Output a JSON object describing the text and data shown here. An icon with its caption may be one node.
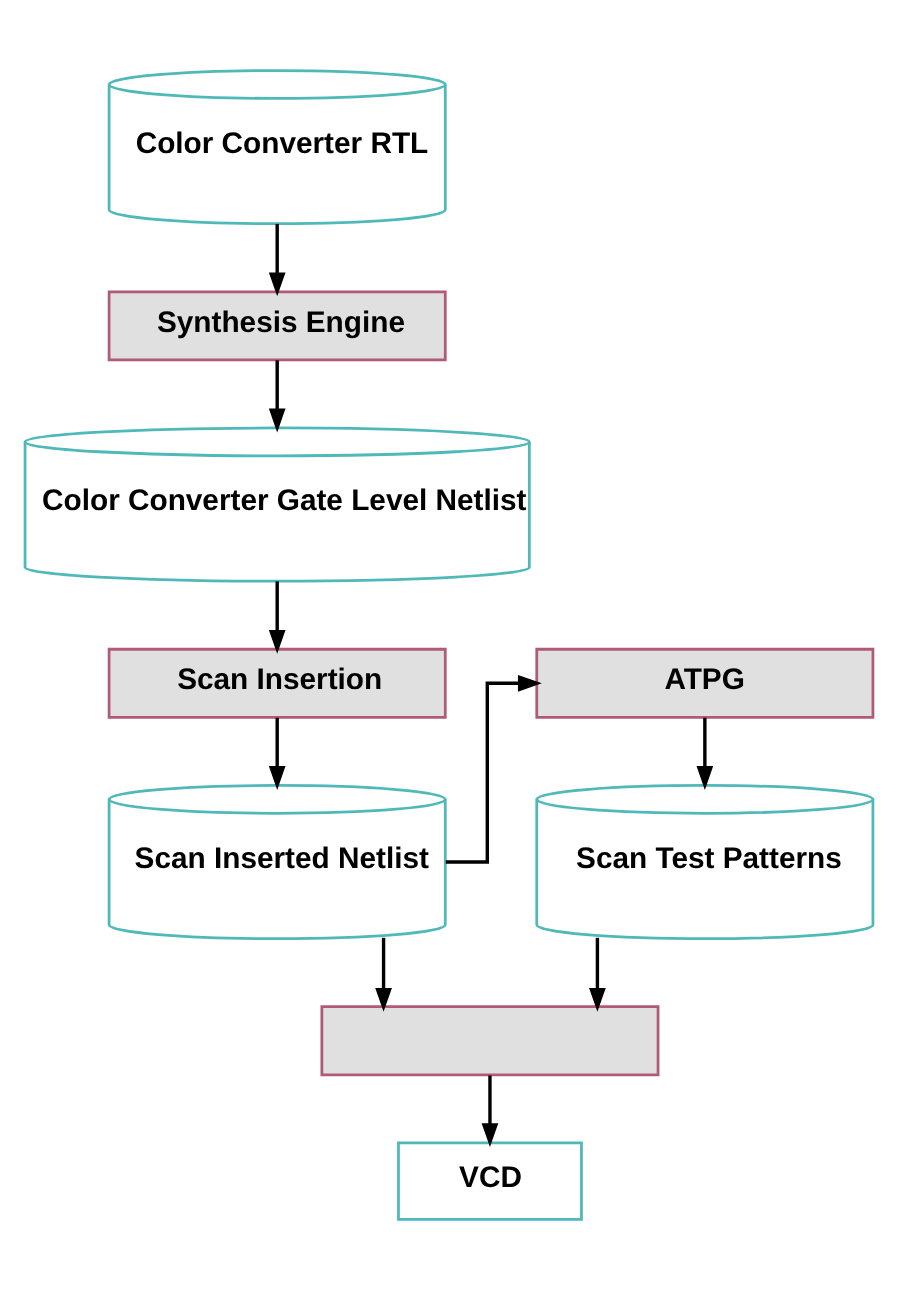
{
  "diagram": {
    "nodes": [
      {
        "text": [
          "Color Converter RTL"
        ]
      },
      {
        "text": [
          "Synthesis Engine"
        ]
      },
      {
        "text": [
          "Color Converter Gate Level Netlist"
        ]
      },
      {
        "text": [
          "Scan Insertion"
        ]
      },
      {
        "text": [
          "Scan Inserted Netlist"
        ]
      },
      {
        "text": [
          "ATPG"
        ]
      },
      {
        "text": [
          "Scan Test Patterns"
        ]
      },
      {
        "text": [],
        "shape": "box"
      },
      {
        "text": [
          "VCD"
        ]
      }
    ],
    "edges": [
      {
        "from": 0,
        "to": 1,
        "arrow": "to"
      },
      {
        "from": 1,
        "to": 2,
        "arrow": "to"
      },
      {
        "from": 2,
        "to": 3,
        "arrow": "to"
      },
      {
        "from": 3,
        "to": 4,
        "arrow": "to"
      },
      {
        "from": 4,
        "to": 5,
        "arrow": "to"
      },
      {
        "from": 5,
        "to": 6,
        "arrow": "to"
      },
      {
        "from": 4,
        "to": 7,
        "arrow": "to"
      },
      {
        "from": 6,
        "to": 7,
        "arrow": "to"
      },
      {
        "from": 7,
        "to": 8,
        "arrow": "to"
      }
    ]
  }
}
